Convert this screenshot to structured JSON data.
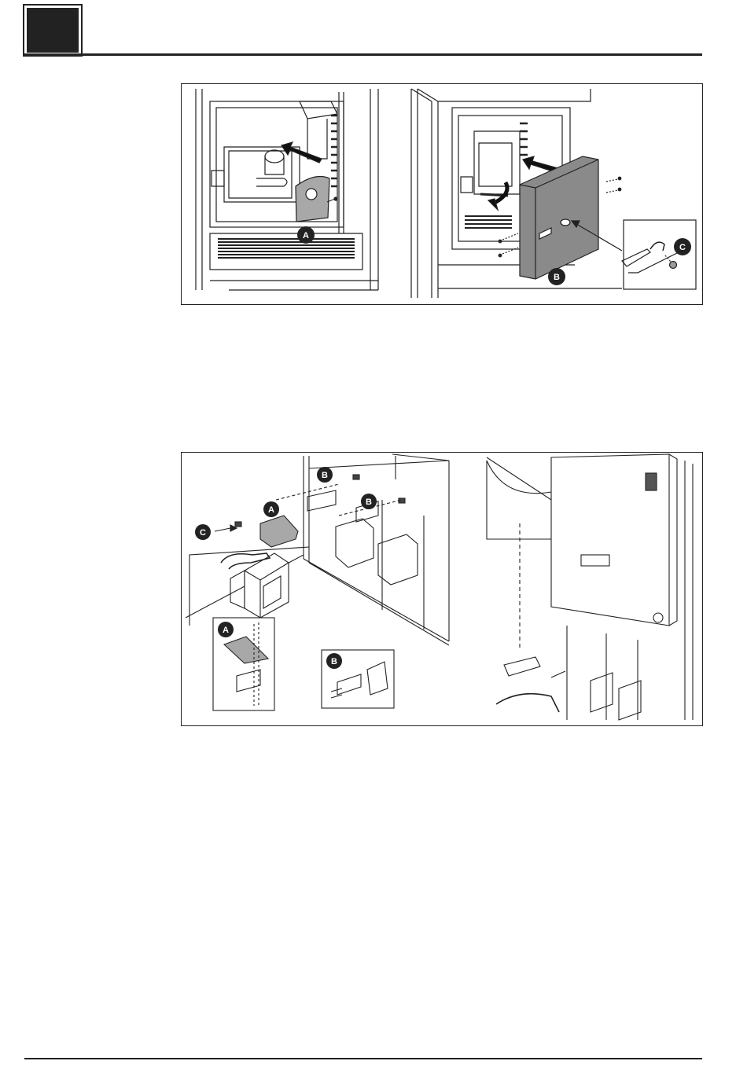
{
  "figure1": {
    "callouts": {
      "a": "A",
      "b": "B",
      "c": "C"
    },
    "colors": {
      "line": "#222222",
      "panel": "#8a8a8a",
      "part": "#a8a8a8",
      "dot": "#9a9a9a"
    }
  },
  "figure2": {
    "callouts": {
      "a": "A",
      "b_top": "B",
      "b_mid": "B",
      "c": "C",
      "inset_a": "A",
      "inset_b": "B"
    },
    "colors": {
      "line": "#222222",
      "part": "#a8a8a8"
    }
  },
  "icons": [
    "arrow-icon",
    "screw-icon",
    "rotate-arrow-icon",
    "handle-icon"
  ]
}
